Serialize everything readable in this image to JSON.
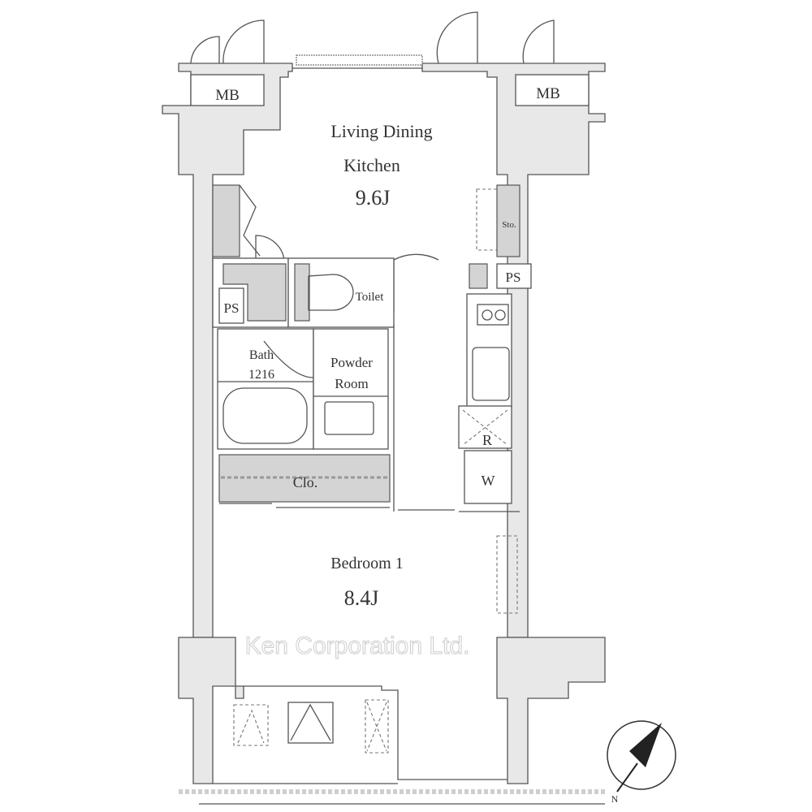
{
  "rooms": {
    "ldk_line1": "Living Dining",
    "ldk_line2": "Kitchen",
    "ldk_size": "9.6J",
    "mb_left": "MB",
    "mb_right": "MB",
    "storage": "Sto.",
    "ps_left": "PS",
    "ps_right": "PS",
    "toilet": "Toilet",
    "bath_line1": "Bath",
    "bath_line2": "1216",
    "powder_line1": "Powder",
    "powder_line2": "Room",
    "closet": "Clo.",
    "refrigerator": "R",
    "washer": "W",
    "bedroom_name": "Bedroom 1",
    "bedroom_size": "8.4J"
  },
  "watermark": "Ken Corporation Ltd.",
  "compass": {
    "label": "N"
  }
}
